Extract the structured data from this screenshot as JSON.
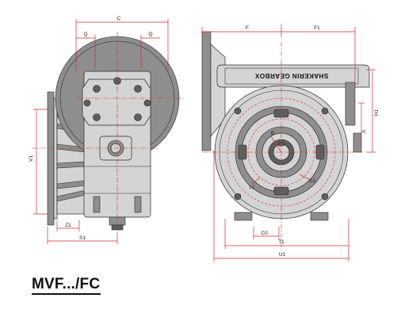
{
  "model": "MVF.../FC",
  "brand": "SHAKERIN GEARBOX",
  "dimensions": {
    "C": "C",
    "Q": "Q",
    "V1": "V1",
    "Z1": "Z1",
    "S1": "S1",
    "F": "F",
    "F1": "F1",
    "H1": "H1",
    "A": "A",
    "D2": "D2",
    "T1": "T1",
    "U1": "U1",
    "B": "B",
    "G1": "G1",
    "L1": "L1"
  },
  "colors": {
    "dimension": "#d62a2a",
    "metal": "#8e8e8e",
    "outline": "#2a2a2a"
  }
}
